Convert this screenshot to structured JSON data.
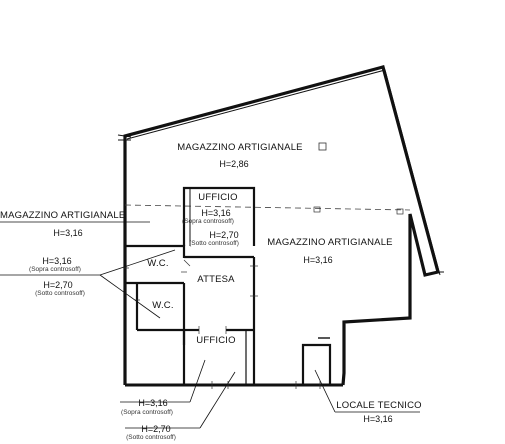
{
  "rooms": {
    "magazzino_top": {
      "name": "MAGAZZINO ARTIGIANALE",
      "height": "H=2,86"
    },
    "magazzino_right": {
      "name": "MAGAZZINO ARTIGIANALE",
      "height": "H=3,16"
    },
    "magazzino_left": {
      "name": "MAGAZZINO ARTIGIANALE",
      "height": "H=3,16"
    },
    "ufficio_top": {
      "name": "UFFICIO",
      "height_above": "H=3,16",
      "note_above": "(Sopra controsoff)",
      "height_below": "H=2,70",
      "note_below": "(Sotto controsoff)"
    },
    "wc_upper": {
      "name": "W.C."
    },
    "wc_lower": {
      "name": "W.C."
    },
    "attesa": {
      "name": "ATTESA"
    },
    "ufficio_bottom": {
      "name": "UFFICIO"
    },
    "locale_tecnico": {
      "name": "LOCALE TECNICO",
      "height": "H=3,16"
    }
  },
  "callouts": {
    "wc": {
      "height_above": "H=3,16",
      "note_above": "(Sopra controsoff)",
      "height_below": "H=2,70",
      "note_below": "(Sotto controsoff)"
    },
    "ufficio_bottom": {
      "height_above": "H=3,16",
      "note_above": "(Sopra controsoff)",
      "height_below": "H=2,70",
      "note_below": "(Sotto controsoff)"
    }
  }
}
